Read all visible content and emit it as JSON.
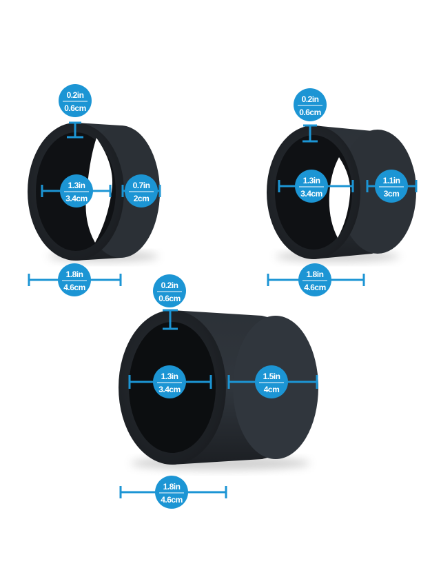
{
  "colors": {
    "accent": "#1c95d4",
    "ring_dark": "#23272d",
    "ring_mid": "#2f353c",
    "ring_inner": "#0f1114",
    "background": "#ffffff"
  },
  "rings": [
    {
      "name": "small-ring",
      "wall_thickness": {
        "in": "0.2in",
        "cm": "0.6cm"
      },
      "inner_diameter": {
        "in": "1.3in",
        "cm": "3.4cm"
      },
      "width": {
        "in": "0.7in",
        "cm": "2cm"
      },
      "outer_diameter": {
        "in": "1.8in",
        "cm": "4.6cm"
      }
    },
    {
      "name": "medium-ring",
      "wall_thickness": {
        "in": "0.2in",
        "cm": "0.6cm"
      },
      "inner_diameter": {
        "in": "1.3in",
        "cm": "3.4cm"
      },
      "width": {
        "in": "1.1in",
        "cm": "3cm"
      },
      "outer_diameter": {
        "in": "1.8in",
        "cm": "4.6cm"
      }
    },
    {
      "name": "large-ring",
      "wall_thickness": {
        "in": "0.2in",
        "cm": "0.6cm"
      },
      "inner_diameter": {
        "in": "1.3in",
        "cm": "3.4cm"
      },
      "width": {
        "in": "1.5in",
        "cm": "4cm"
      },
      "outer_diameter": {
        "in": "1.8in",
        "cm": "4.6cm"
      }
    }
  ]
}
